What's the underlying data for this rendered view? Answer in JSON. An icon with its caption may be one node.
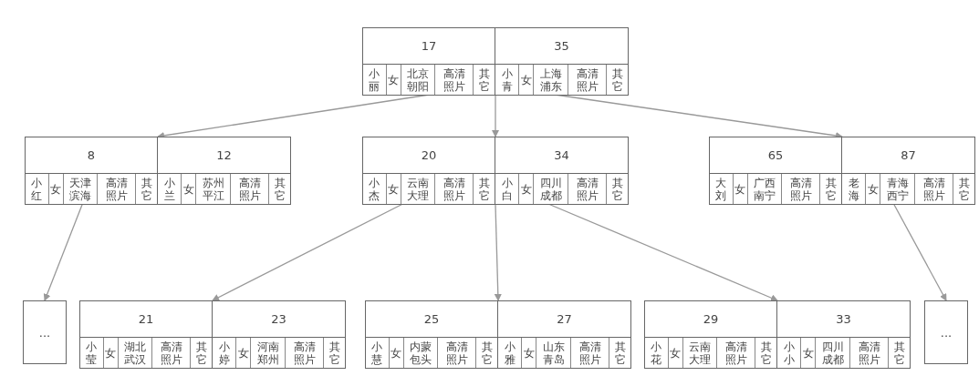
{
  "diagram": {
    "nodes": [
      {
        "text": [],
        "shape": "box"
      },
      {
        "text": [
          "17",
          "小丽",
          "女",
          "北京朝阳",
          "高清照片",
          "其它"
        ],
        "in": 0
      },
      {
        "text": [
          "35",
          "小青",
          "女",
          "上海浦东",
          "高清照片",
          "其它"
        ],
        "in": 0
      },
      {
        "text": [],
        "shape": "box"
      },
      {
        "text": [
          "8",
          "小红",
          "女",
          "天津滨海",
          "高清照片",
          "其它"
        ],
        "in": 3
      },
      {
        "text": [
          "12",
          "小兰",
          "女",
          "苏州平江",
          "高清照片",
          "其它"
        ],
        "in": 3
      },
      {
        "text": [],
        "shape": "box"
      },
      {
        "text": [
          "20",
          "小杰",
          "女",
          "云南大理",
          "高清照片",
          "其它"
        ],
        "in": 6
      },
      {
        "text": [
          "34",
          "小白",
          "女",
          "四川成都",
          "高清照片",
          "其它"
        ],
        "in": 6
      },
      {
        "text": [],
        "shape": "box"
      },
      {
        "text": [
          "65",
          "大刘",
          "女",
          "广西南宁",
          "高清照片",
          "其它"
        ],
        "in": 9
      },
      {
        "text": [
          "87",
          "老海",
          "女",
          "青海西宁",
          "高清照片",
          "其它"
        ],
        "in": 9
      },
      {
        "text": [
          "..."
        ]
      },
      {
        "text": [],
        "shape": "box"
      },
      {
        "text": [
          "21",
          "小莹",
          "女",
          "湖北武汉",
          "高清照片",
          "其它"
        ],
        "in": 13
      },
      {
        "text": [
          "23",
          "小婷",
          "女",
          "河南郑州",
          "高清照片",
          "其它"
        ],
        "in": 13
      },
      {
        "text": [],
        "shape": "box"
      },
      {
        "text": [
          "25",
          "小慧",
          "女",
          "内蒙包头",
          "高清照片",
          "其它"
        ],
        "in": 16
      },
      {
        "text": [
          "27",
          "小雅",
          "女",
          "山东青岛",
          "高清照片",
          "其它"
        ],
        "in": 16
      },
      {
        "text": [],
        "shape": "box"
      },
      {
        "text": [
          "29",
          "小花",
          "女",
          "云南大理",
          "高清照片",
          "其它"
        ],
        "in": 19
      },
      {
        "text": [
          "33",
          "小小",
          "女",
          "四川成都",
          "高清照片",
          "其它"
        ],
        "in": 19
      },
      {
        "text": [
          "..."
        ]
      }
    ],
    "edges": [
      {
        "from": 1,
        "to": 3,
        "arrow": "to"
      },
      {
        "from": 0,
        "to": 6,
        "arrow": "to"
      },
      {
        "from": 2,
        "to": 9,
        "arrow": "to"
      },
      {
        "from": 4,
        "to": 12,
        "arrow": "to"
      },
      {
        "from": 7,
        "to": 13,
        "arrow": "to"
      },
      {
        "from": 6,
        "to": 16,
        "arrow": "to"
      },
      {
        "from": 8,
        "to": 19,
        "arrow": "to"
      },
      {
        "from": 11,
        "to": 22,
        "arrow": "to"
      }
    ]
  }
}
